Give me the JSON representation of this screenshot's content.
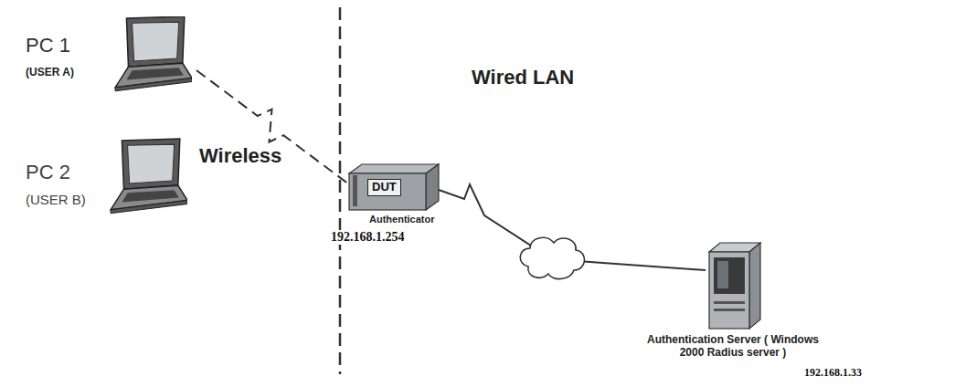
{
  "diagram": {
    "nodes": [
      {
        "text": [
          "PC 1",
          "(USER A)"
        ]
      },
      {
        "text": [
          "PC 2",
          "(USER B)"
        ]
      },
      {
        "text": [
          "DUT",
          "Authenticator",
          "192.168.1.254"
        ]
      },
      {
        "text": [
          "Authentication Server ( Windows 2000 Radius server )",
          "192.168.1.33"
        ]
      }
    ],
    "edges": [
      {
        "from": 0,
        "to": 2,
        "arrow": "none"
      },
      {
        "from": 2,
        "to": 3,
        "arrow": "none"
      }
    ],
    "labels": [
      "Wireless",
      "Wired LAN"
    ]
  }
}
